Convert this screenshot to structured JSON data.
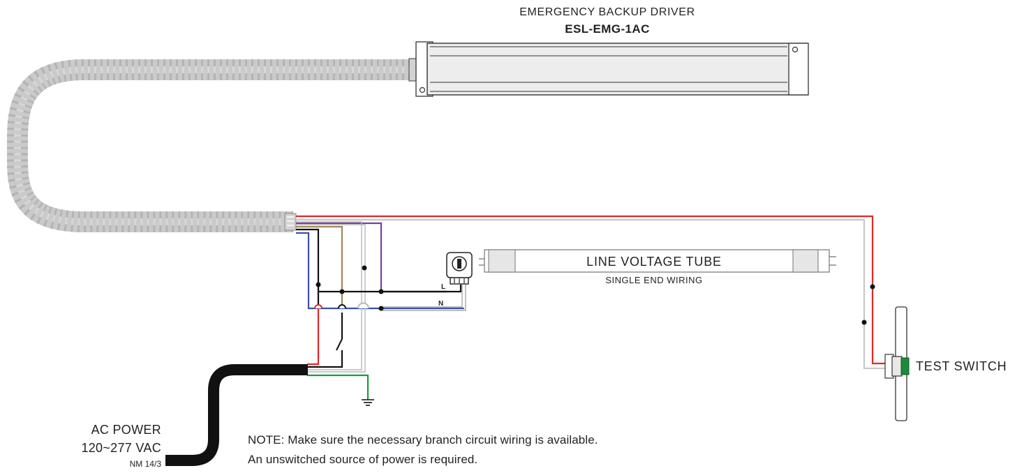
{
  "driver": {
    "title": "EMERGENCY BACKUP DRIVER",
    "model": "ESL-EMG-1AC"
  },
  "tube": {
    "label": "LINE VOLTAGE TUBE",
    "sublabel": "SINGLE END WIRING",
    "line_label": "L",
    "neutral_label": "N"
  },
  "test_switch": {
    "label": "TEST SWITCH"
  },
  "power": {
    "label": "AC POWER",
    "voltage": "120~277 VAC",
    "cable": "NM 14/3"
  },
  "note": {
    "line1": "NOTE: Make sure the necessary branch circuit wiring is available.",
    "line2": "An unswitched source of power is required."
  },
  "colors": {
    "red": "#e02828",
    "black": "#111111",
    "blue": "#3a50a8",
    "brown": "#a4845a",
    "purple": "#7a3fa0",
    "gray_wire": "#c8c8c8",
    "green": "#1e9a3c",
    "conduit": "#c9c9c9",
    "driver_body": "#ededed",
    "switch_button": "#1b8a3a"
  }
}
